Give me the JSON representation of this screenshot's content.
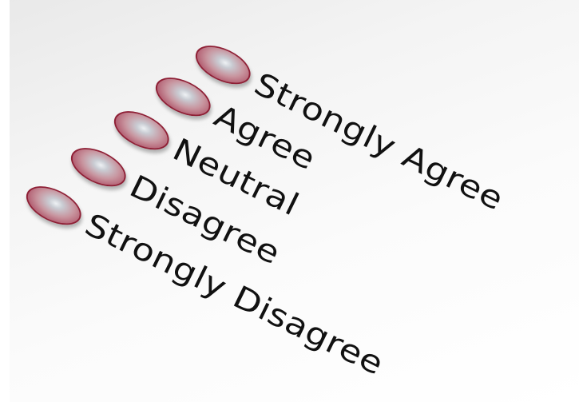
{
  "options": [
    {
      "label": "Strongly Agree"
    },
    {
      "label": "Agree"
    },
    {
      "label": "Neutral"
    },
    {
      "label": "Disagree"
    },
    {
      "label": "Strongly Disagree"
    }
  ],
  "colors": {
    "radio_rim": "#8e1f35",
    "radio_fill": "#b35f72",
    "text": "#111111",
    "paper": "#f4f4f4"
  }
}
